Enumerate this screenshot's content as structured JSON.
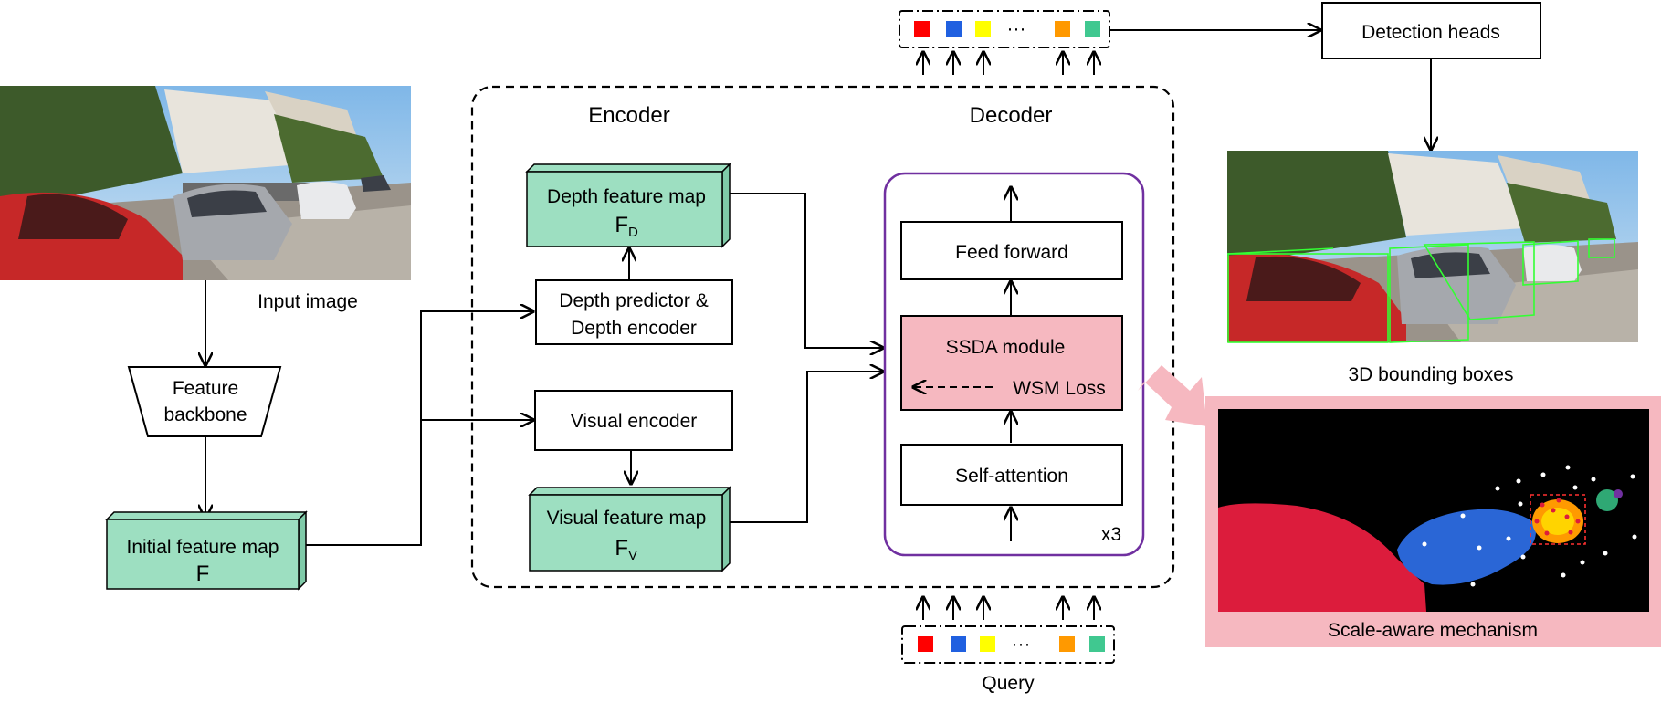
{
  "encoder_title": "Encoder",
  "decoder_title": "Decoder",
  "input_image_label": "Input image",
  "backbone": {
    "line1": "Feature",
    "line2": "backbone"
  },
  "initial_map": {
    "label": "Initial feature map",
    "symbol": "F"
  },
  "depth_predictor": {
    "line1": "Depth predictor &",
    "line2": "Depth encoder"
  },
  "visual_encoder": "Visual encoder",
  "depth_map": {
    "label": "Depth feature map",
    "symbol": "F",
    "subscript": "D"
  },
  "visual_map": {
    "label": "Visual feature map",
    "symbol": "F",
    "subscript": "V"
  },
  "feed_forward": "Feed forward",
  "ssda": {
    "title": "SSDA module",
    "loss": "WSM Loss"
  },
  "self_attention": "Self-attention",
  "repeat": "x3",
  "detection_heads": "Detection heads",
  "bbox_label": "3D bounding boxes",
  "scale_aware": "Scale-aware mechanism",
  "query_label": "Query",
  "ellipsis": "···",
  "colors": {
    "green": "#9ddfc1",
    "pink": "#f6b8c0",
    "purple": "#7030a0",
    "token_red": "#ff0000",
    "token_blue": "#2060e0",
    "token_yellow": "#ffff00",
    "token_orange": "#ff9900",
    "token_teal": "#40c890"
  },
  "icons": [
    "road-scene-photo",
    "detection-result-photo",
    "scale-aware-heatmap"
  ]
}
